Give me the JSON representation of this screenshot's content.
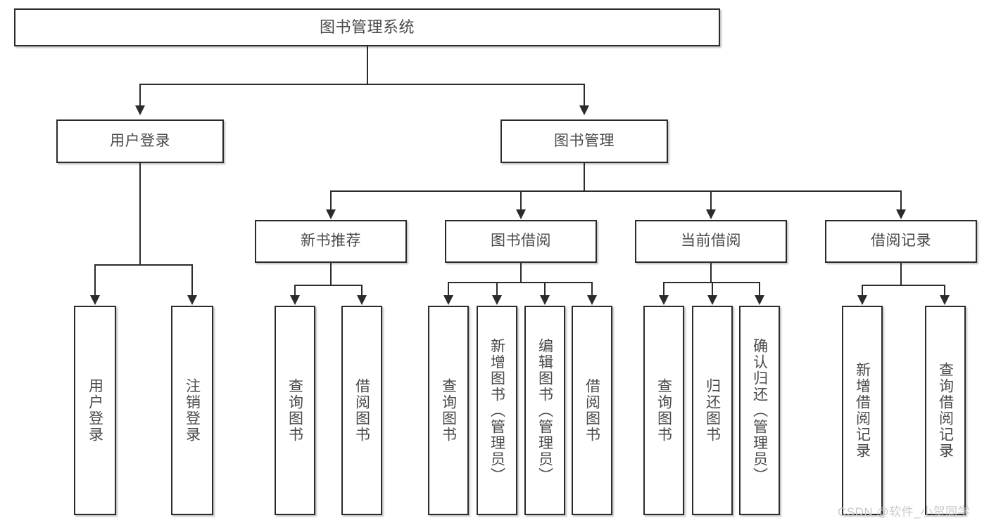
{
  "diagram": {
    "type": "tree",
    "title": "图书管理系统",
    "orientation": "top-down",
    "colors": {
      "box_border": "#2b2b2b",
      "box_fill": "#ffffff",
      "text": "#4a4a4a",
      "edge": "#2b2b2b",
      "watermark": "#c9c9c9",
      "background": "#ffffff"
    },
    "root": {
      "label": "图书管理系统"
    },
    "level2": [
      {
        "label": "用户登录"
      },
      {
        "label": "图书管理"
      }
    ],
    "level3": [
      {
        "label": "新书推荐"
      },
      {
        "label": "图书借阅"
      },
      {
        "label": "当前借阅"
      },
      {
        "label": "借阅记录"
      }
    ],
    "leaves": {
      "user_login": [
        {
          "label": "用户登录"
        },
        {
          "label": "注销登录"
        }
      ],
      "new_book": [
        {
          "label": "查询图书"
        },
        {
          "label": "借阅图书"
        }
      ],
      "book_borrow": [
        {
          "label": "查询图书"
        },
        {
          "label": "新增图书（管理员）"
        },
        {
          "label": "编辑图书（管理员）"
        },
        {
          "label": "借阅图书"
        }
      ],
      "current_borrow": [
        {
          "label": "查询图书"
        },
        {
          "label": "归还图书"
        },
        {
          "label": "确认归还（管理员）"
        }
      ],
      "borrow_record": [
        {
          "label": "新增借阅记录"
        },
        {
          "label": "查询借阅记录"
        }
      ]
    }
  },
  "watermark": {
    "text": "CSDN @软件_小贺同学"
  }
}
